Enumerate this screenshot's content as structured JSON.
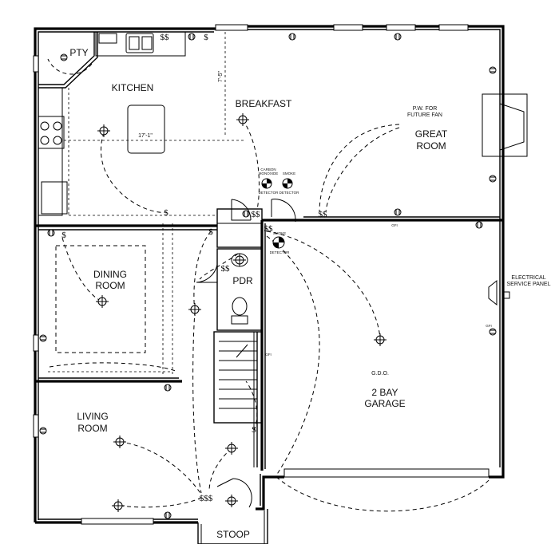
{
  "rooms": {
    "pantry": "PTY",
    "kitchen": "KITCHEN",
    "breakfast": "BREAKFAST",
    "great_room_line1": "GREAT",
    "great_room_line2": "ROOM",
    "dining_line1": "DINING",
    "dining_line2": "ROOM",
    "powder": "PDR",
    "living_line1": "LIVING",
    "living_line2": "ROOM",
    "garage_line1": "2 BAY",
    "garage_line2": "GARAGE",
    "stoop": "STOOP"
  },
  "notes": {
    "fan_line1": "P.W. FOR",
    "fan_line2": "FUTURE FAN",
    "panel_line1": "ELECTRICAL",
    "panel_line2": "SERVICE PANEL",
    "gdo": "G.D.O.",
    "island_dim": "17'-1\"",
    "breakfast_dim": "7'-5\"",
    "co_line1": "CARBON",
    "co_line2": "MONOXIDE",
    "co_line3": "DETECTOR",
    "smoke_line1": "SMOKE",
    "smoke_line2": "DETECTOR",
    "smoke2_line1": "SMOKE",
    "smoke2_line2": "DETECTOR",
    "gfi_1": "GFI",
    "gfi_2": "GFI",
    "gfi_3": "GFI"
  },
  "switch_symbols": {
    "single": "$",
    "double": "$$",
    "triple": "$$$"
  }
}
